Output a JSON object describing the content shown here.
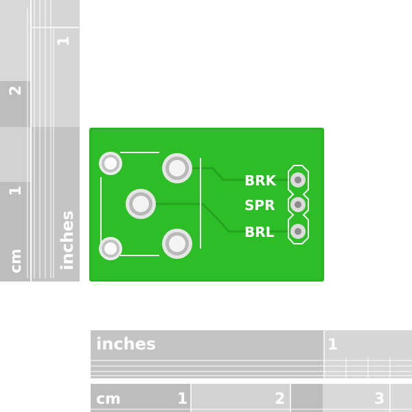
{
  "rulers": {
    "vertical_inches": {
      "unit_label": "inches",
      "tick_labels": [
        "1"
      ]
    },
    "vertical_cm": {
      "unit_label": "cm",
      "tick_labels": [
        "1",
        "2"
      ]
    },
    "horizontal_inches": {
      "unit_label": "inches",
      "tick_labels": [
        "1"
      ]
    },
    "horizontal_cm": {
      "unit_label": "cm",
      "tick_labels": [
        "1",
        "2",
        "3"
      ]
    }
  },
  "board": {
    "color": "#22b21e",
    "silkscreen_color": "#ffffff",
    "pad_color": "#c8c8c8",
    "labels": [
      "BRK",
      "SPR",
      "BRL"
    ]
  }
}
